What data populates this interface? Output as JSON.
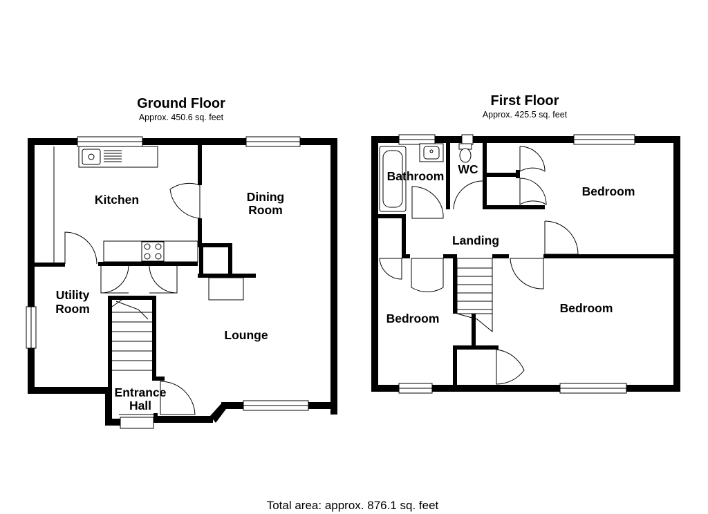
{
  "ground_floor": {
    "title": "Ground Floor",
    "area": "Approx. 450.6 sq. feet",
    "rooms": {
      "kitchen": "Kitchen",
      "dining_line1": "Dining",
      "dining_line2": "Room",
      "utility_line1": "Utility",
      "utility_line2": "Room",
      "lounge": "Lounge",
      "entrance_line1": "Entrance",
      "entrance_line2": "Hall"
    }
  },
  "first_floor": {
    "title": "First Floor",
    "area": "Approx. 425.5 sq. feet",
    "rooms": {
      "bathroom": "Bathroom",
      "wc": "WC",
      "bedroom_large": "Bedroom",
      "landing": "Landing",
      "bedroom_left": "Bedroom",
      "bedroom_right": "Bedroom"
    }
  },
  "total_area": "Total area: approx. 876.1 sq. feet"
}
